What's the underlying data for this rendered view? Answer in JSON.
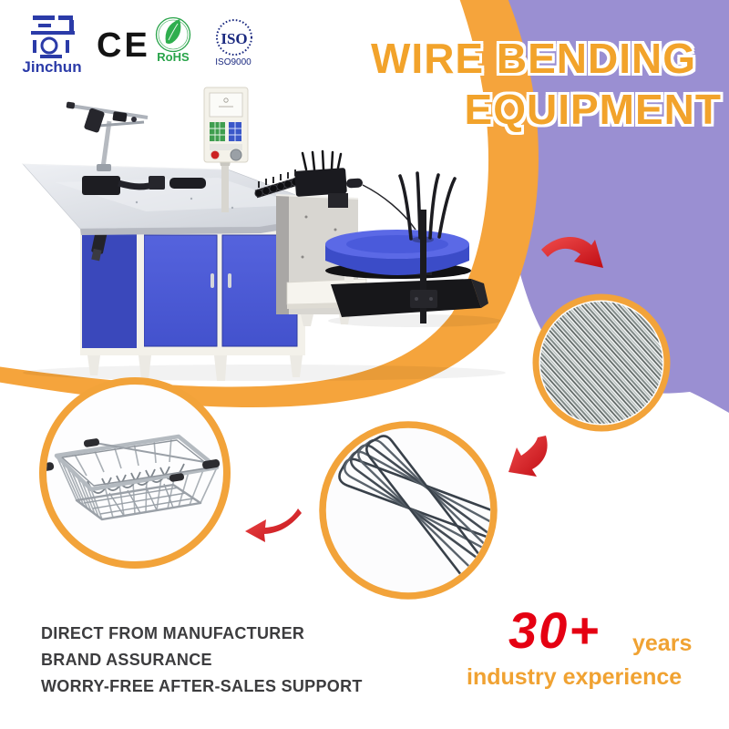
{
  "brand": {
    "name": "Jinchun"
  },
  "certifications": {
    "ce_label": "CE",
    "rohs_label": "RoHS",
    "iso_label": "ISO",
    "iso_sub_label": "ISO9000"
  },
  "title": {
    "line1": "WIRE BENDING",
    "line2": "EQUIPMENT"
  },
  "features": [
    "DIRECT FROM MANUFACTURER",
    "BRAND ASSURANCE",
    "WORRY-FREE AFTER-SALES SUPPORT"
  ],
  "experience": {
    "value": "30+",
    "unit": "years",
    "caption": "industry experience"
  },
  "illustrations": {
    "machine": "wire-bending-machine-photo",
    "circle_top_right": "straightened-cut-wires-photo",
    "circle_middle": "bent-wire-forms-photo",
    "circle_left": "wire-basket-photo",
    "arrows": [
      "red-arrow-machine-to-wires",
      "red-arrow-wires-to-forms",
      "red-arrow-forms-to-basket"
    ]
  },
  "colors": {
    "accent_orange": "#F5A43C",
    "title_orange": "#F2A32B",
    "purple_block": "#9A8FD2",
    "arrow_red": "#C8101A",
    "experience_red": "#E50012",
    "experience_orange": "#F0A232",
    "machine_blue": "#4A58D6",
    "disc_blue": "#4150CC",
    "feature_text": "#3C3C3E",
    "brand_blue": "#2B3BA8",
    "rohs_green": "#27A348",
    "iso_navy": "#1B2A80"
  }
}
